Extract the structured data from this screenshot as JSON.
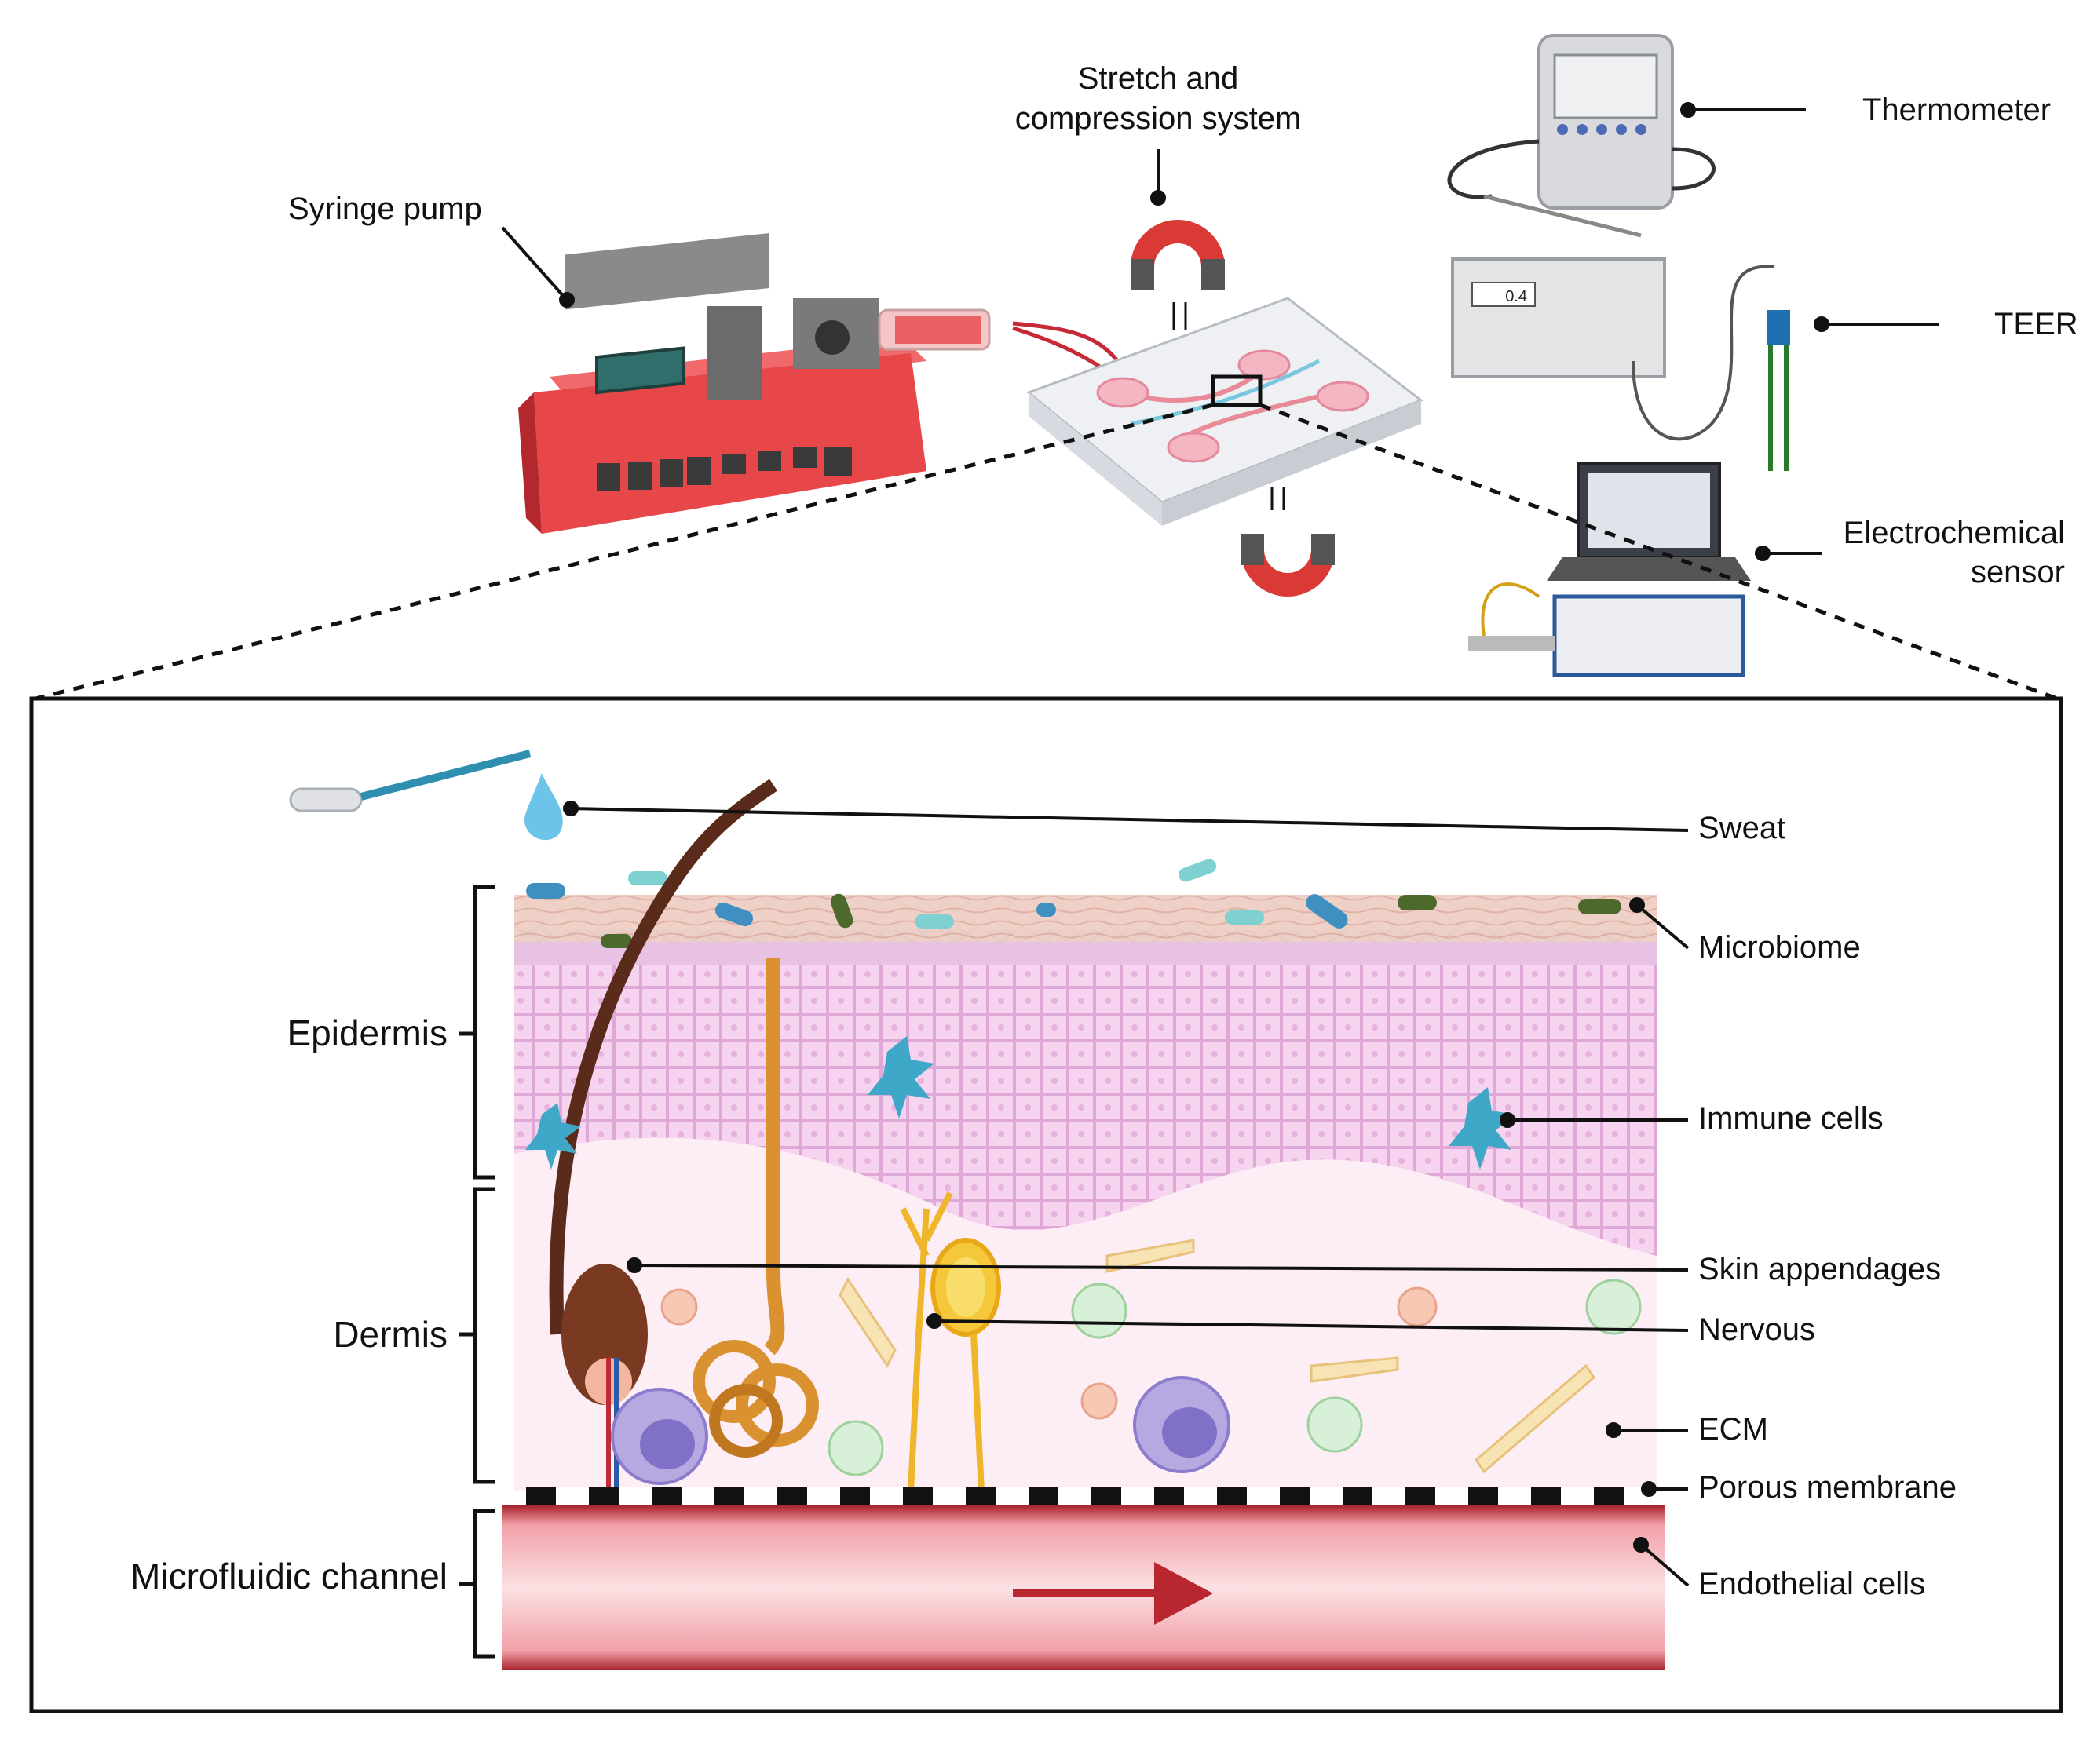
{
  "top_labels": {
    "stretch": [
      "Stretch and",
      "compression system"
    ],
    "syringe": "Syringe pump",
    "thermometer": "Thermometer",
    "teer": "TEER",
    "electro": [
      "Electrochemical",
      "sensor"
    ],
    "meter_display": "0.4"
  },
  "skin_labels": {
    "sweat": "Sweat",
    "microbiome": "Microbiome",
    "immune": "Immune cells",
    "appendages": "Skin appendages",
    "nervous": "Nervous",
    "ecm": "ECM",
    "porous": "Porous membrane",
    "endothelial": "Endothelial cells"
  },
  "layer_labels": {
    "epidermis": "Epidermis",
    "dermis": "Dermis",
    "channel": "Microfluidic channel"
  },
  "colors": {
    "pump_red": "#e8474a",
    "magnet_red": "#d93a36",
    "epidermis_pink": "#f3c6e6",
    "blood_red": "#a8232c",
    "immune_blue": "#3fa8c8",
    "hair_brown": "#5a2a1a",
    "gland_orange": "#d9922f"
  }
}
